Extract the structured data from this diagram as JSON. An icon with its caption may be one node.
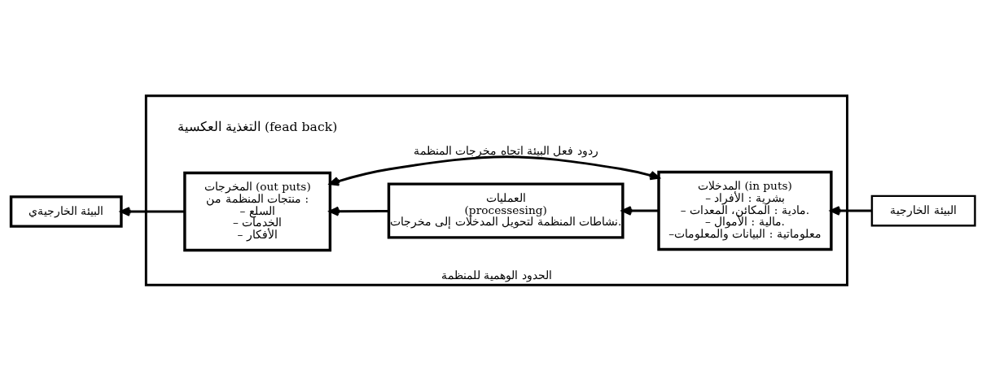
{
  "diagram": {
    "nodes": [
      {
        "text": [
          "الحدود الوهمية للمنظمة"
        ]
      },
      {
        "text": [
          "البيئة الخارجية"
        ]
      },
      {
        "text": [
          "المدخلات (in puts)",
          "– بشرية : الأفراد",
          "– مادية : المكائن، المعدات.",
          "– مالية : الأموال.",
          "–معلوماتية : البيانات والمعلومات"
        ],
        "in": 0
      },
      {
        "text": [
          "العمليات",
          "(processesing)",
          "نشاطات المنظمة لتحويل المدخلات إلى مخرجات."
        ],
        "in": 0
      },
      {
        "text": [
          "المخرجات (out puts)",
          "منتجات المنظمة من :",
          "– السلع",
          "– الخدمات",
          "– الأفكار"
        ],
        "in": 0
      },
      {
        "text": [
          "البيئة الخارجيةي"
        ]
      }
    ],
    "edges": [
      {
        "from": 1,
        "to": 2,
        "arrow": "to"
      },
      {
        "from": 2,
        "to": 3,
        "arrow": "to"
      },
      {
        "from": 3,
        "to": 4,
        "arrow": "to"
      },
      {
        "from": 4,
        "to": 5,
        "arrow": "to"
      },
      {
        "from": 4,
        "to": 2,
        "arrow": "both",
        "label": "ردود فعل البيئة اتجاه مخرجات المنظمة"
      }
    ],
    "labels": [
      "التغذية العكسية (fead back)"
    ]
  }
}
